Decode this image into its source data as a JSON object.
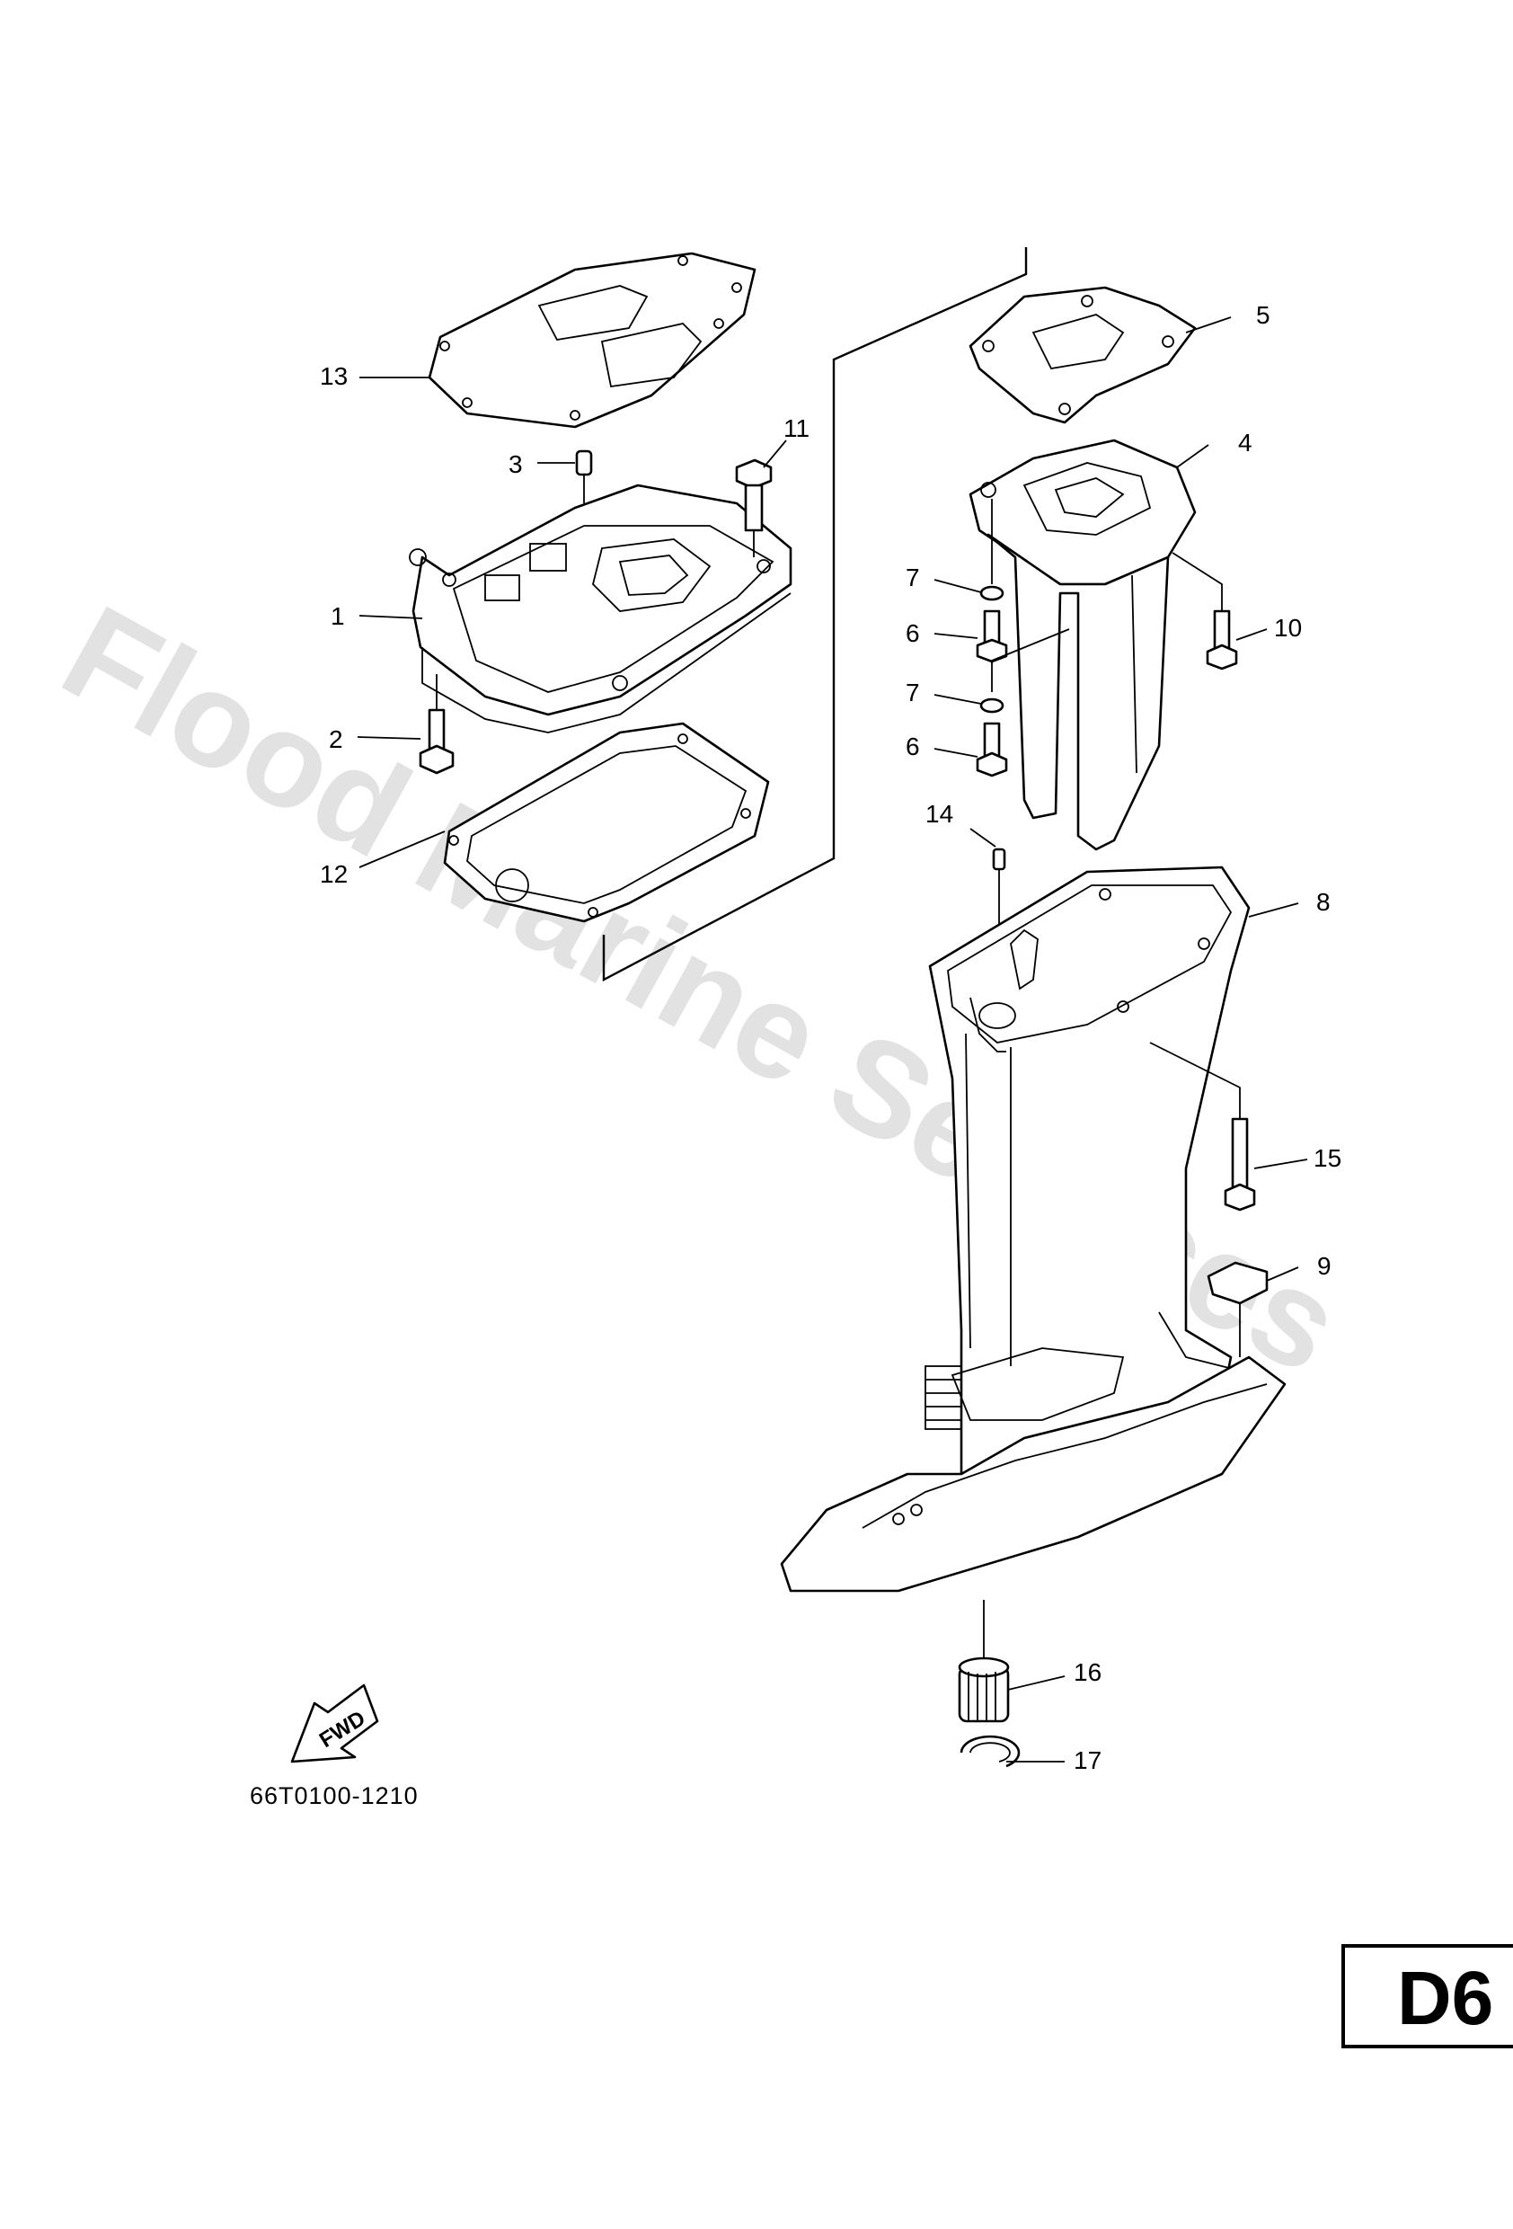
{
  "watermark": "Flood Marine Services",
  "diagram_code": "66T0100-1210",
  "page_id": "D6",
  "fwd_label": "FWD",
  "callouts": {
    "c1": "1",
    "c2": "2",
    "c3": "3",
    "c4": "4",
    "c5": "5",
    "c6a": "6",
    "c6b": "6",
    "c7a": "7",
    "c7b": "7",
    "c8": "8",
    "c9": "9",
    "c10": "10",
    "c11": "11",
    "c12": "12",
    "c13": "13",
    "c14": "14",
    "c15": "15",
    "c16": "16",
    "c17": "17"
  }
}
